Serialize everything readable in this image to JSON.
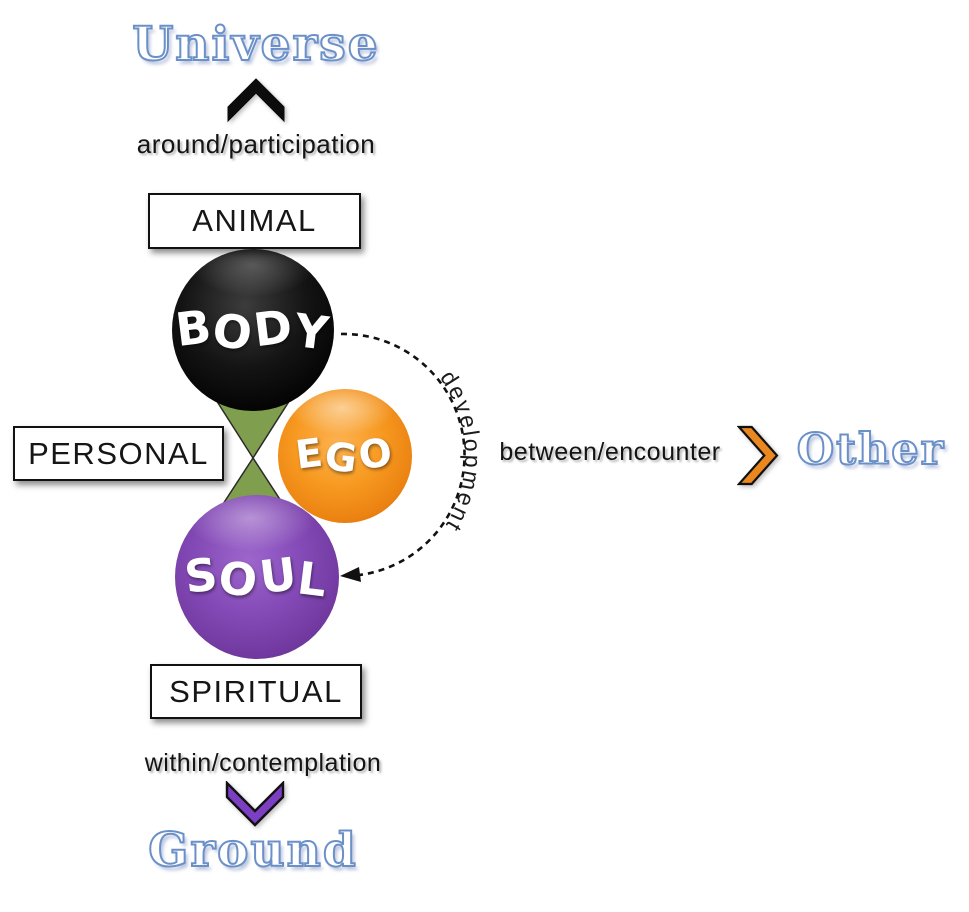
{
  "diagram": {
    "vertical_axis": {
      "top_word": "Universe",
      "top_caption": "around/participation",
      "bottom_caption": "within/contemplation",
      "bottom_word": "Ground"
    },
    "horizontal_axis": {
      "caption": "between/encounter",
      "word": "Other"
    },
    "levels": {
      "animal": "ANIMAL",
      "personal": "PERSONAL",
      "spiritual": "SPIRITUAL"
    },
    "spheres": {
      "body": "BODY",
      "ego": "EGO",
      "soul": "SOUL"
    },
    "arrow_label": "development",
    "icons": {
      "top": "black-up-chevron",
      "right": "orange-right-chevron",
      "bottom": "purple-down-chevron",
      "arc": "dashed-arc-with-arrowhead"
    },
    "colors": {
      "outline_blue": "#6b90c8",
      "hourglass_green": "#7f9e4e",
      "body_black": "#141414",
      "ego_orange": "#ec8312",
      "soul_purple": "#7e47ad",
      "chevron_purple": "#7c3ec3",
      "chevron_orange": "#ea871f",
      "chevron_black": "#0c0c0c"
    }
  }
}
